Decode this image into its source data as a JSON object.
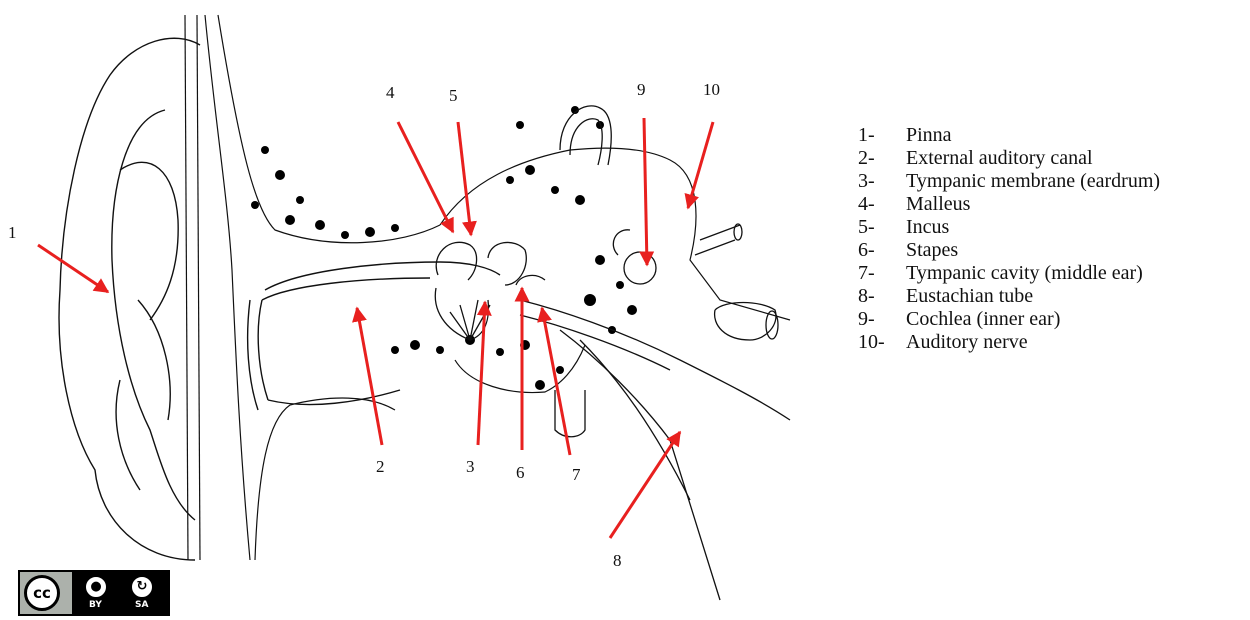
{
  "callout_numbers": [
    "1",
    "2",
    "3",
    "4",
    "5",
    "6",
    "7",
    "8",
    "9",
    "10"
  ],
  "legend": [
    {
      "num": "1-",
      "text": "Pinna"
    },
    {
      "num": "2-",
      "text": "External auditory canal"
    },
    {
      "num": "3-",
      "text": "Tympanic membrane (eardrum)"
    },
    {
      "num": "4-",
      "text": "Malleus"
    },
    {
      "num": "5-",
      "text": "Incus"
    },
    {
      "num": "6-",
      "text": "Stapes"
    },
    {
      "num": "7-",
      "text": "Tympanic cavity (middle ear)"
    },
    {
      "num": "8-",
      "text": "Eustachian tube"
    },
    {
      "num": "9-",
      "text": "Cochlea (inner ear)"
    },
    {
      "num": "10-",
      "text": "Auditory nerve"
    }
  ],
  "license": {
    "mark": "cc",
    "by_icon": "person-icon",
    "sa_icon": "share-alike-icon",
    "by_label": "BY",
    "sa_label": "SA"
  },
  "colors": {
    "arrow": "#e8201f",
    "line": "#111111",
    "bone_spot": "#000000"
  }
}
